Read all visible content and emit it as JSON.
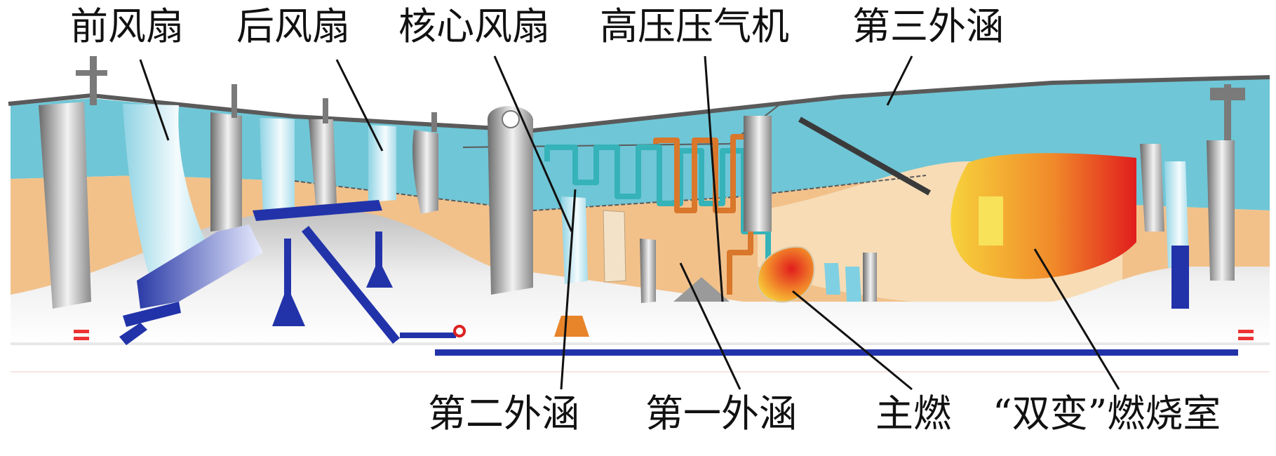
{
  "labels": {
    "front_fan": "前风扇",
    "rear_fan": "后风扇",
    "core_fan": "核心风扇",
    "hp_compressor": "高压压气机",
    "third_bypass": "第三外涵",
    "second_bypass": "第二外涵",
    "first_bypass": "第一外涵",
    "main_burner": "主燃",
    "dual_var_combustor": "“双变”燃烧室"
  },
  "colors": {
    "third_duct": "#6fc6d6",
    "core_flow": "#f2c18a",
    "hub": "#d9d9d9",
    "shaft": "#2233aa",
    "casing": "#555555",
    "flame": "#e8321c",
    "flame_light": "#f7d23c",
    "pipe_cyan": "#35b3b8",
    "pipe_orange": "#d9772b"
  }
}
